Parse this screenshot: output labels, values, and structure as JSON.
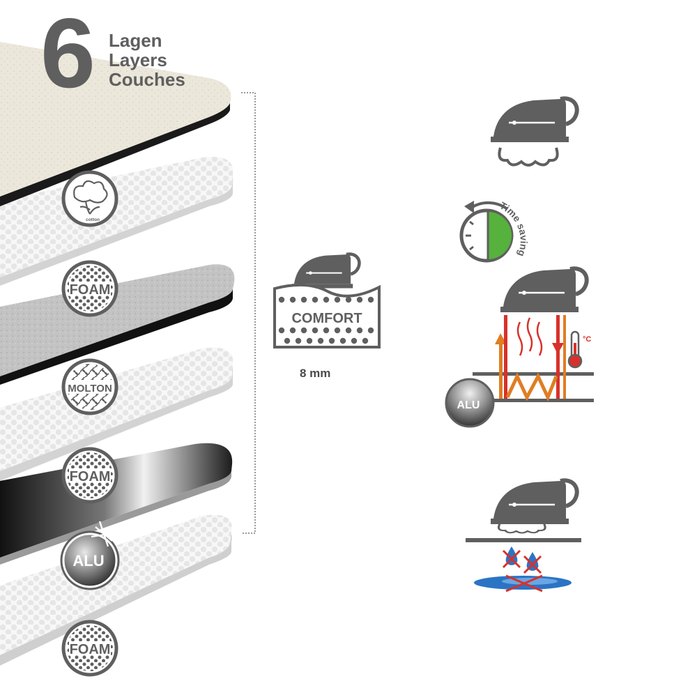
{
  "header": {
    "number": "6",
    "line1": "Lagen",
    "line2": "Layers",
    "line3": "Couches"
  },
  "layers": [
    {
      "material": "Cotton",
      "badge": "cotton"
    },
    {
      "material": "Foam",
      "badge": "FOAM"
    },
    {
      "material": "Molton",
      "badge": "MOLTON"
    },
    {
      "material": "Foam",
      "badge": "FOAM"
    },
    {
      "material": "Alu",
      "badge": "ALU"
    },
    {
      "material": "Foam",
      "badge": "FOAM"
    }
  ],
  "comfort": {
    "label": "COMFORT",
    "thickness": "8 mm"
  },
  "features": {
    "time_saving": "Time saving",
    "temperature_unit": "°C",
    "alu_label": "ALU"
  },
  "colors": {
    "gray": "#5f5f5f",
    "green": "#56b13d",
    "red": "#d8312b",
    "orange": "#e07d23",
    "blue": "#2b74c4"
  }
}
